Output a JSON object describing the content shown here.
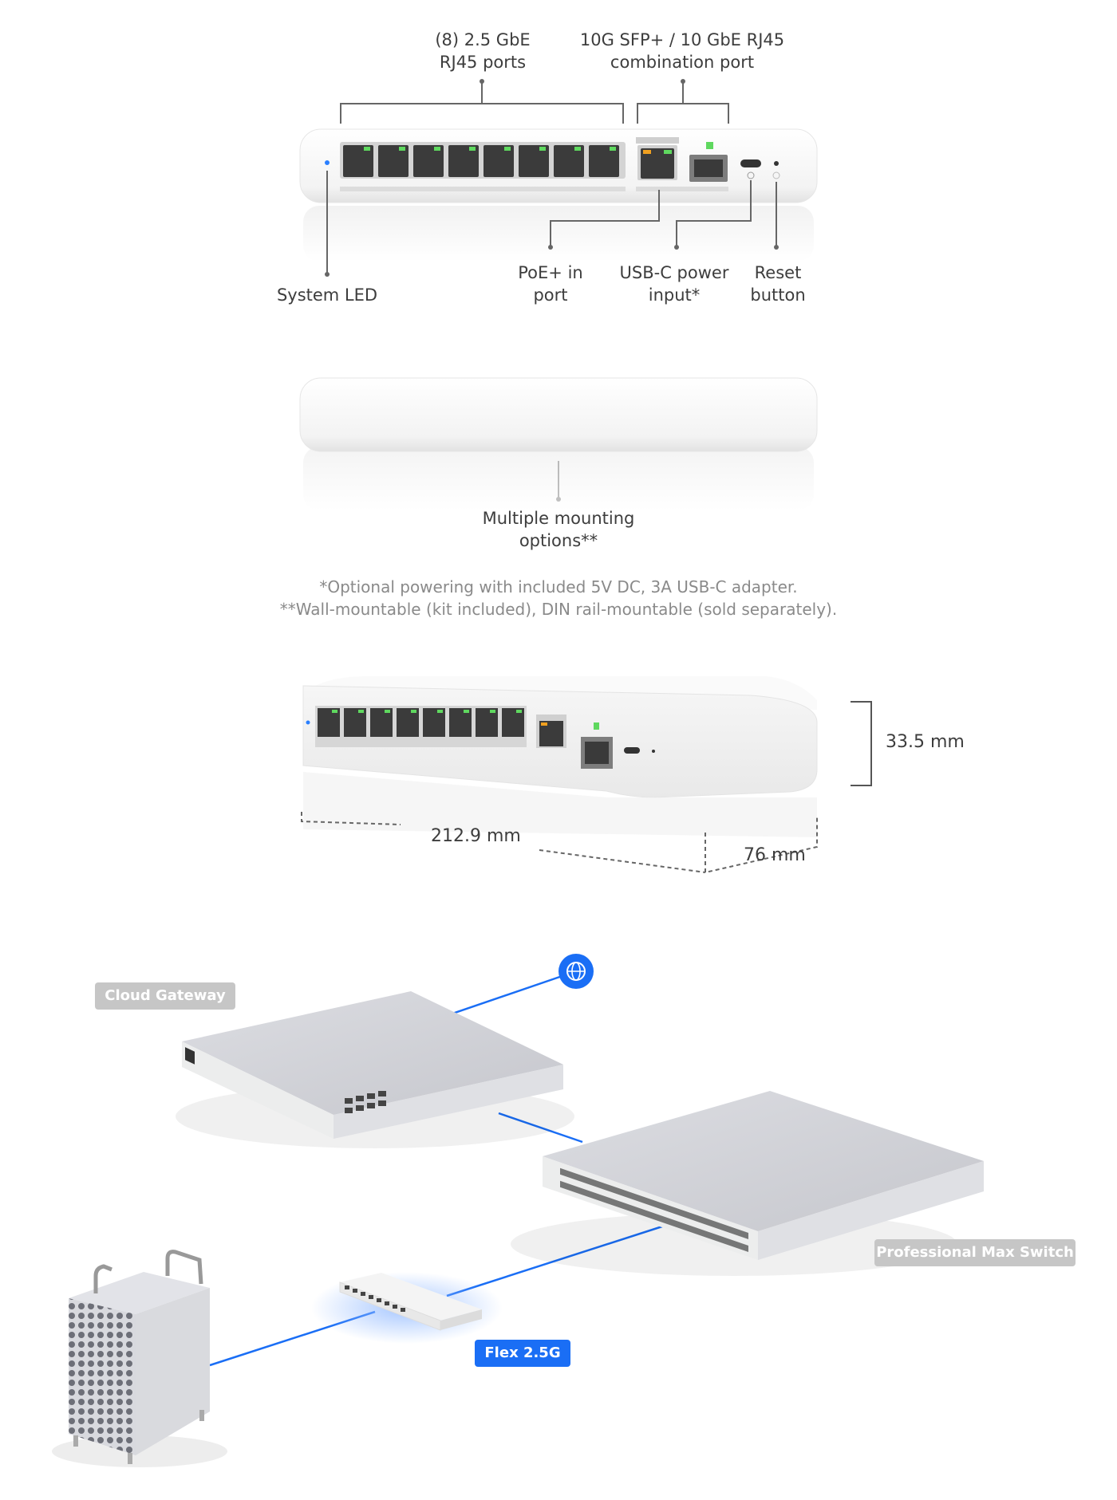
{
  "section1": {
    "labels": {
      "rj45_ports": [
        "(8) 2.5 GbE",
        "RJ45 ports"
      ],
      "combo_port": [
        "10G SFP+ / 10 GbE RJ45",
        "combination port"
      ],
      "system_led": "System LED",
      "poe_in": [
        "PoE+ in",
        "port"
      ],
      "usbc": [
        "USB-C power",
        "input*"
      ],
      "reset": [
        "Reset",
        "button"
      ]
    }
  },
  "section2": {
    "mounting": [
      "Multiple mounting",
      "options**"
    ]
  },
  "footnotes": [
    "*Optional powering with included 5V DC, 3A USB-C adapter.",
    "**Wall-mountable (kit included), DIN rail-mountable (sold separately)."
  ],
  "dimensions": {
    "height": "33.5 mm",
    "width": "212.9 mm",
    "depth": "76 mm"
  },
  "topology": {
    "cloud_gateway": "Cloud Gateway",
    "pro_max_switch": "Professional Max Switch",
    "flex": "Flex 2.5G",
    "internet_icon": "globe-icon",
    "link_color": "#1a6ef5"
  }
}
